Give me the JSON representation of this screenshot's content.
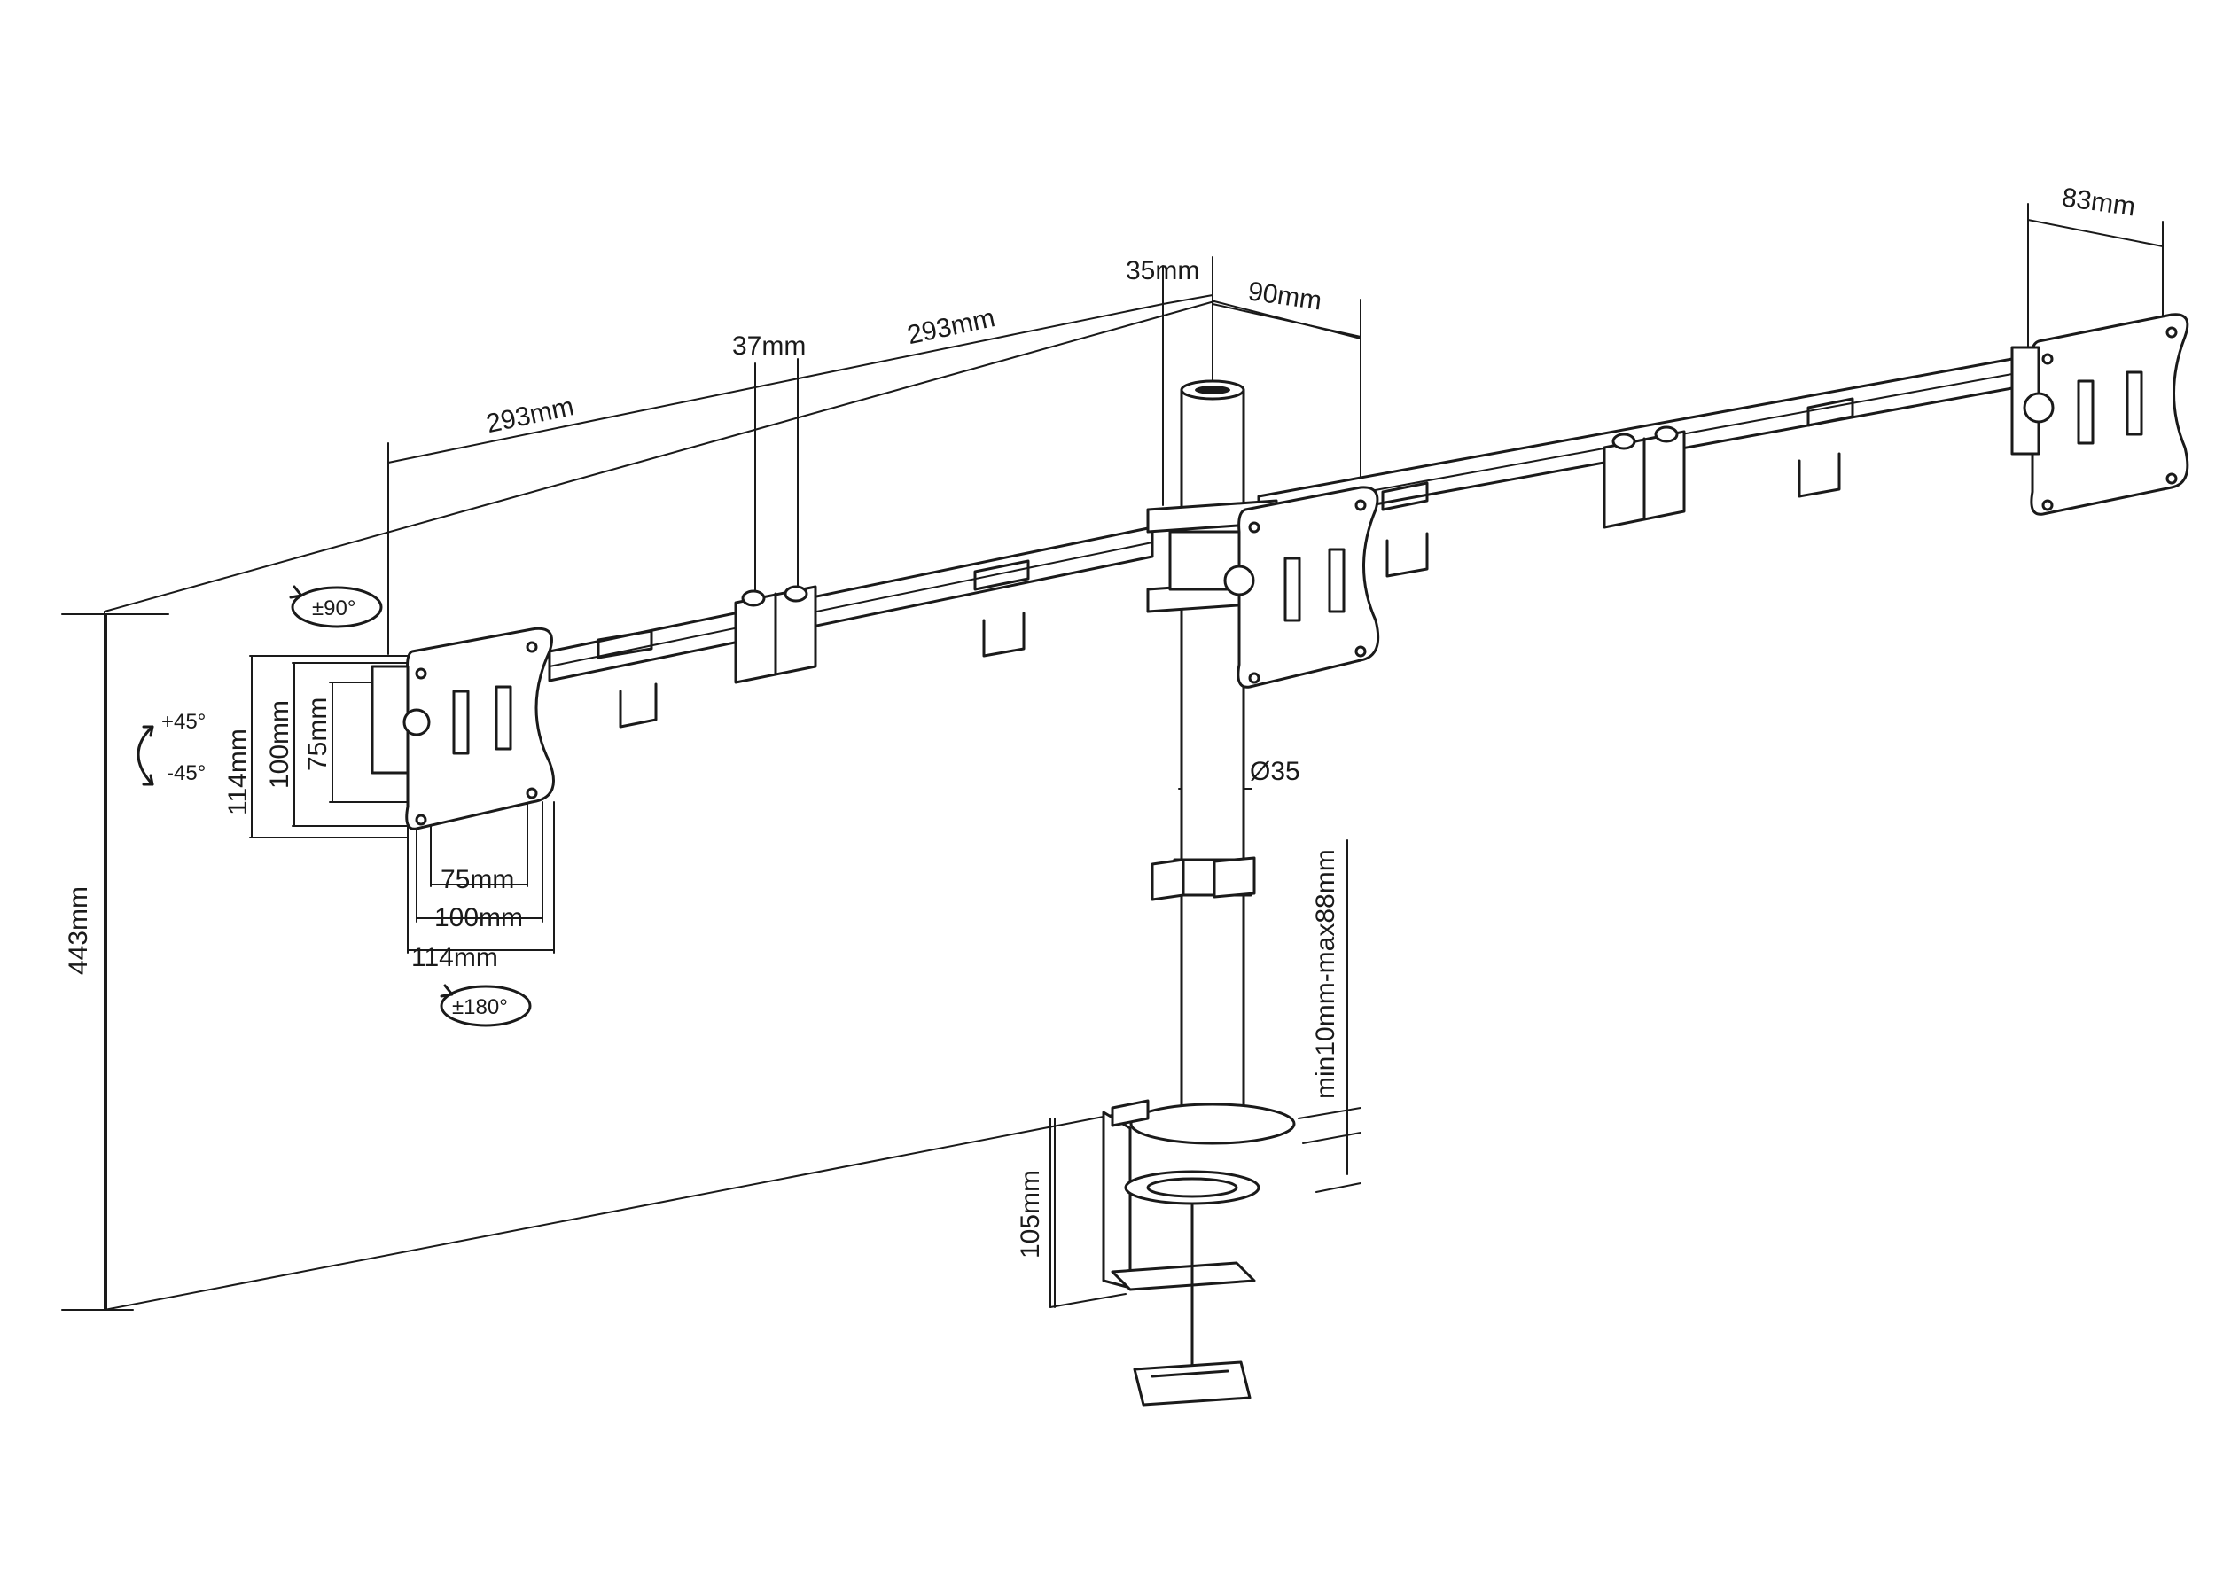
{
  "dimensions": {
    "arm_left_length": "293mm",
    "arm_right_length": "293mm",
    "joint_gap": "37mm",
    "pole_top": "35mm",
    "pole_offset": "90mm",
    "plate_depth": "83mm",
    "pole_diameter": "Ø35",
    "clamp_range": "min10mm-max88mm",
    "clamp_height": "105mm",
    "total_height": "443mm",
    "vesa_h_75": "75mm",
    "vesa_h_100": "100mm",
    "vesa_h_114": "114mm",
    "vesa_v_75": "75mm",
    "vesa_v_100": "100mm",
    "vesa_v_114": "114mm"
  },
  "rotation": {
    "rotate_90": "±90°",
    "tilt_up": "+45°",
    "tilt_down": "-45°",
    "swivel_180": "±180°"
  }
}
